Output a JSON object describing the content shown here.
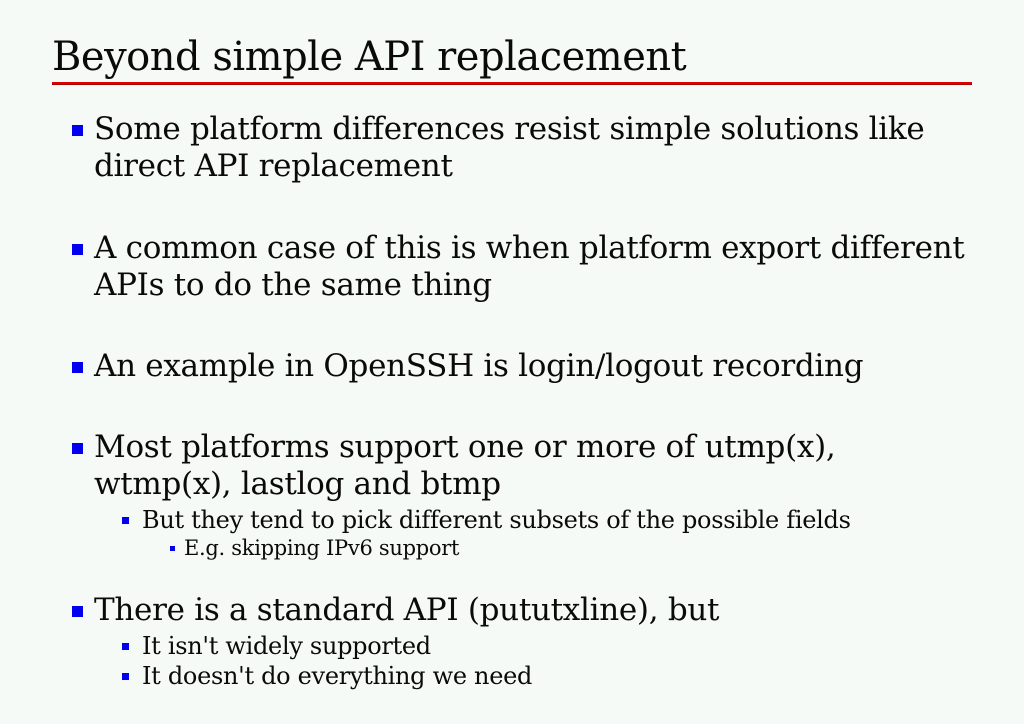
{
  "slide": {
    "title": "Beyond simple API replacement",
    "colors": {
      "background": "#f6faf6",
      "text": "#0a0a0a",
      "bullet": "#0000ee",
      "rule": "#bb0000"
    },
    "bullets": [
      {
        "level": 1,
        "text": "Some platform differences resist simple solutions like direct API replacement"
      },
      {
        "level": 1,
        "text": "A common case of this is when platform export different APIs to do the same thing"
      },
      {
        "level": 1,
        "text": "An example in OpenSSH is login/logout recording"
      },
      {
        "level": 1,
        "text": "Most platforms support one or more of utmp(x), wtmp(x), lastlog and btmp"
      },
      {
        "level": 2,
        "text": "But they tend to pick different subsets of the possible fields"
      },
      {
        "level": 3,
        "text": "E.g. skipping IPv6 support"
      },
      {
        "level": 1,
        "text": "There is a standard API (pututxline), but"
      },
      {
        "level": 2,
        "text": "It isn't widely supported"
      },
      {
        "level": 2,
        "text": "It doesn't do everything we need"
      }
    ]
  }
}
